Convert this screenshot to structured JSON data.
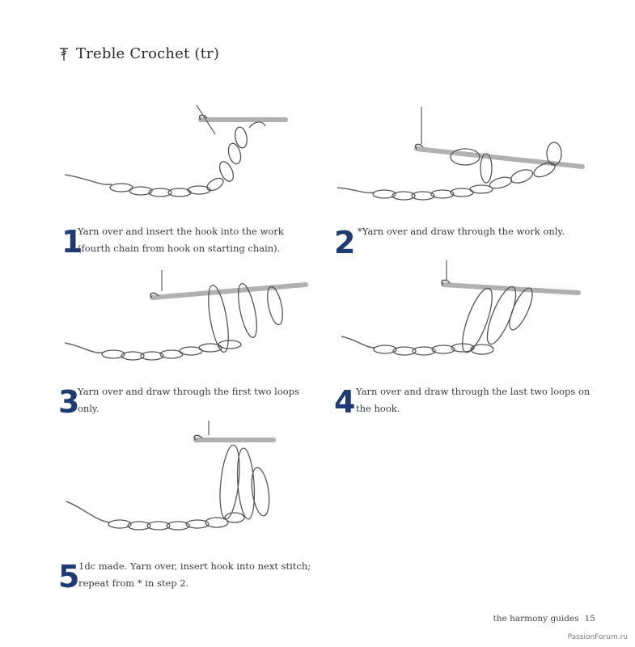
{
  "page": {
    "title_symbol": "treble-crochet-symbol",
    "title": "Treble Crochet (tr)"
  },
  "steps": [
    {
      "number": "1",
      "text": "Yarn over and insert the hook into the work (fourth chain from hook on starting chain)."
    },
    {
      "number": "2",
      "text": "*Yarn over and draw through the work only."
    },
    {
      "number": "3",
      "text": "Yarn over and draw through the first two loops only."
    },
    {
      "number": "4",
      "text": "Yarn over and draw through the last two loops on the hook."
    },
    {
      "number": "5",
      "text": "1dc made. Yarn over, insert hook into next stitch; repeat from * in step 2."
    }
  ],
  "footer": {
    "book": "the harmony guides",
    "page_number": "15"
  },
  "watermark": "PassionForum.ru",
  "colors": {
    "step_number": "#1f3b73",
    "text": "#3a3a3a",
    "drawing": "#555555"
  }
}
